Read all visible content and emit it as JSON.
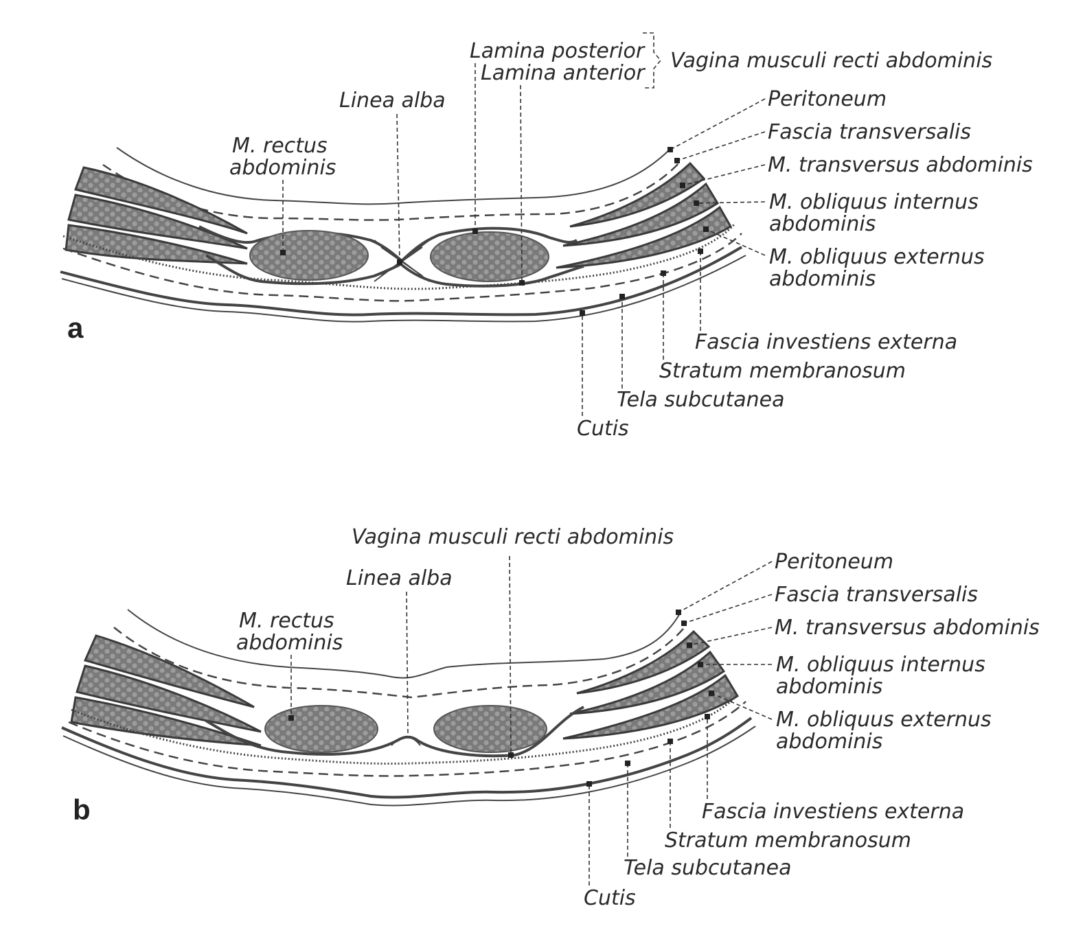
{
  "panel_a": {
    "letter": "a",
    "labels": {
      "lamina_posterior": "Lamina posterior",
      "lamina_anterior": "Lamina anterior",
      "vagina": "Vagina musculi recti abdominis",
      "linea_alba": "Linea alba",
      "rectus_1": "M. rectus",
      "rectus_2": "abdominis",
      "peritoneum": "Peritoneum",
      "fascia_transversalis": "Fascia transversalis",
      "transversus": "M. transversus abdominis",
      "obliquus_internus_1": "M. obliquus internus",
      "obliquus_internus_2": "abdominis",
      "obliquus_externus_1": "M. obliquus externus",
      "obliquus_externus_2": "abdominis",
      "fascia_investiens": "Fascia investiens externa",
      "stratum": "Stratum membranosum",
      "tela": "Tela subcutanea",
      "cutis": "Cutis"
    }
  },
  "panel_b": {
    "letter": "b",
    "labels": {
      "vagina": "Vagina musculi recti abdominis",
      "linea_alba": "Linea alba",
      "rectus_1": "M. rectus",
      "rectus_2": "abdominis",
      "peritoneum": "Peritoneum",
      "fascia_transversalis": "Fascia transversalis",
      "transversus": "M. transversus abdominis",
      "obliquus_internus_1": "M. obliquus internus",
      "obliquus_internus_2": "abdominis",
      "obliquus_externus_1": "M. obliquus externus",
      "obliquus_externus_2": "abdominis",
      "fascia_investiens": "Fascia investiens externa",
      "stratum": "Stratum membranosum",
      "tela": "Tela subcutanea",
      "cutis": "Cutis"
    }
  },
  "colors": {
    "muscle_fill": "#7a7a7a",
    "muscle_pattern": "#9a9a9a",
    "line": "#444444",
    "text": "#2a2a2a"
  }
}
